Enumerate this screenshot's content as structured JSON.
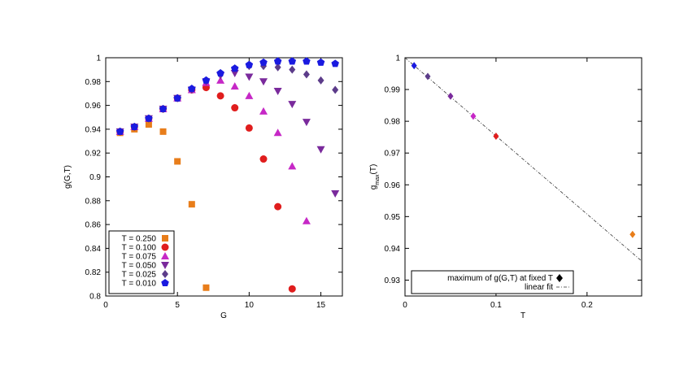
{
  "chart_data": [
    {
      "type": "scatter",
      "title": "",
      "xlabel": "G",
      "ylabel": "g(G,T)",
      "xlim": [
        0,
        16.5
      ],
      "ylim": [
        0.8,
        1.0
      ],
      "xticks": [
        0,
        5,
        10,
        15
      ],
      "yticks": [
        0.8,
        0.82,
        0.84,
        0.86,
        0.88,
        0.9,
        0.92,
        0.94,
        0.96,
        0.98,
        1
      ],
      "ytick_labels": [
        "0.8",
        "0.82",
        "0.84",
        "0.86",
        "0.88",
        "0.9",
        "0.92",
        "0.94",
        "0.96",
        "0.98",
        "1"
      ],
      "grid": false,
      "legend_position": "bottom-left",
      "series": [
        {
          "name": "T = 0.250",
          "color": "#e87d1a",
          "marker": "square",
          "x": [
            1,
            2,
            3,
            4,
            5,
            6,
            7
          ],
          "y": [
            0.937,
            0.94,
            0.944,
            0.938,
            0.913,
            0.877,
            0.807
          ]
        },
        {
          "name": "T = 0.100",
          "color": "#e01d1d",
          "marker": "circle",
          "x": [
            1,
            2,
            3,
            4,
            5,
            6,
            7,
            8,
            9,
            10,
            11,
            12,
            13
          ],
          "y": [
            0.938,
            0.942,
            0.949,
            0.957,
            0.966,
            0.973,
            0.975,
            0.968,
            0.958,
            0.941,
            0.915,
            0.875,
            0.806
          ]
        },
        {
          "name": "T = 0.075",
          "color": "#c628c6",
          "marker": "triangle-up",
          "x": [
            1,
            2,
            3,
            4,
            5,
            6,
            7,
            8,
            9,
            10,
            11,
            12,
            13,
            14
          ],
          "y": [
            0.938,
            0.942,
            0.949,
            0.957,
            0.966,
            0.973,
            0.979,
            0.981,
            0.976,
            0.968,
            0.955,
            0.937,
            0.909,
            0.863
          ]
        },
        {
          "name": "T = 0.050",
          "color": "#7a2a9c",
          "marker": "triangle-down",
          "x": [
            1,
            2,
            3,
            4,
            5,
            6,
            7,
            8,
            9,
            10,
            11,
            12,
            13,
            14,
            15,
            16
          ],
          "y": [
            0.938,
            0.942,
            0.949,
            0.957,
            0.966,
            0.973,
            0.98,
            0.985,
            0.987,
            0.984,
            0.98,
            0.972,
            0.961,
            0.946,
            0.923,
            0.886
          ]
        },
        {
          "name": "T = 0.025",
          "color": "#5c3c8a",
          "marker": "diamond",
          "x": [
            1,
            2,
            3,
            4,
            5,
            6,
            7,
            8,
            9,
            10,
            11,
            12,
            13,
            14,
            15,
            16
          ],
          "y": [
            0.938,
            0.942,
            0.949,
            0.957,
            0.966,
            0.974,
            0.981,
            0.987,
            0.991,
            0.993,
            0.993,
            0.992,
            0.99,
            0.986,
            0.981,
            0.973
          ]
        },
        {
          "name": "T = 0.010",
          "color": "#1a1ae0",
          "marker": "pentagon",
          "x": [
            1,
            2,
            3,
            4,
            5,
            6,
            7,
            8,
            9,
            10,
            11,
            12,
            13,
            14,
            15,
            16
          ],
          "y": [
            0.938,
            0.942,
            0.949,
            0.957,
            0.966,
            0.974,
            0.981,
            0.987,
            0.991,
            0.994,
            0.996,
            0.997,
            0.997,
            0.997,
            0.996,
            0.995
          ]
        }
      ]
    },
    {
      "type": "scatter",
      "title": "",
      "xlabel": "T",
      "ylabel": "g",
      "ylabel_sub": "max",
      "ylabel_suffix": "(T)",
      "xlim": [
        0,
        0.26
      ],
      "ylim": [
        0.925,
        1.0
      ],
      "xticks": [
        0,
        0.1,
        0.2
      ],
      "xtick_labels": [
        "0",
        "0.1",
        "0.2"
      ],
      "yticks": [
        0.93,
        0.94,
        0.95,
        0.96,
        0.97,
        0.98,
        0.99,
        1
      ],
      "ytick_labels": [
        "0.93",
        "0.94",
        "0.95",
        "0.96",
        "0.97",
        "0.98",
        "0.99",
        "1"
      ],
      "grid": false,
      "legend_position": "bottom",
      "legend": [
        "maximum of g(G,T) at fixed T",
        "linear fit"
      ],
      "points": [
        {
          "x": 0.01,
          "y": 0.9975,
          "color": "#1a1ae0"
        },
        {
          "x": 0.025,
          "y": 0.9941,
          "color": "#5c3c8a"
        },
        {
          "x": 0.05,
          "y": 0.9879,
          "color": "#7a2a9c"
        },
        {
          "x": 0.075,
          "y": 0.9816,
          "color": "#c628c6"
        },
        {
          "x": 0.1,
          "y": 0.9753,
          "color": "#e01d1d"
        },
        {
          "x": 0.25,
          "y": 0.9444,
          "color": "#e87d1a"
        }
      ],
      "fit": {
        "x": [
          0,
          0.26
        ],
        "y": [
          1.0,
          0.936
        ]
      }
    }
  ]
}
